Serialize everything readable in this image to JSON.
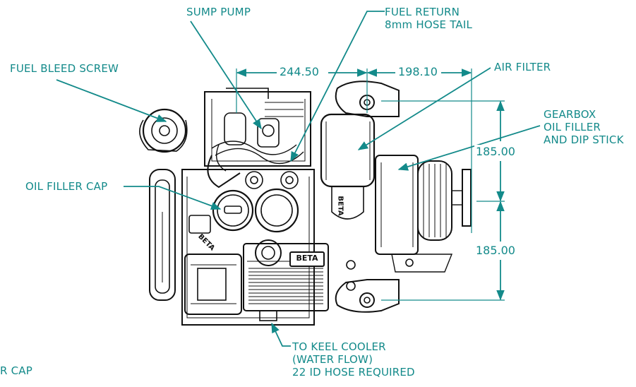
{
  "colors": {
    "accent": "#138a8a",
    "ink": "#111111",
    "background": "#ffffff"
  },
  "labels": {
    "sump_pump": "SUMP PUMP",
    "fuel_return": [
      "FUEL RETURN",
      "8mm HOSE TAIL"
    ],
    "fuel_bleed_screw": "FUEL BLEED SCREW",
    "air_filter": "AIR FILTER",
    "gearbox": [
      "GEARBOX",
      "OIL FILLER",
      "AND DIP STICK"
    ],
    "oil_filler_cap": "OIL FILLER CAP",
    "keel_cooler": [
      "TO KEEL COOLER",
      "(WATER FLOW)",
      "22 ID HOSE REQUIRED"
    ],
    "clipped_cap": "R CAP"
  },
  "dimensions": {
    "width_left": "244.50",
    "width_right": "198.10",
    "height_upper": "185.00",
    "height_lower": "185.00"
  },
  "engine_badges": {
    "brand_top": "BETA",
    "brand_side": "BETA",
    "brand_block": "BETA"
  }
}
